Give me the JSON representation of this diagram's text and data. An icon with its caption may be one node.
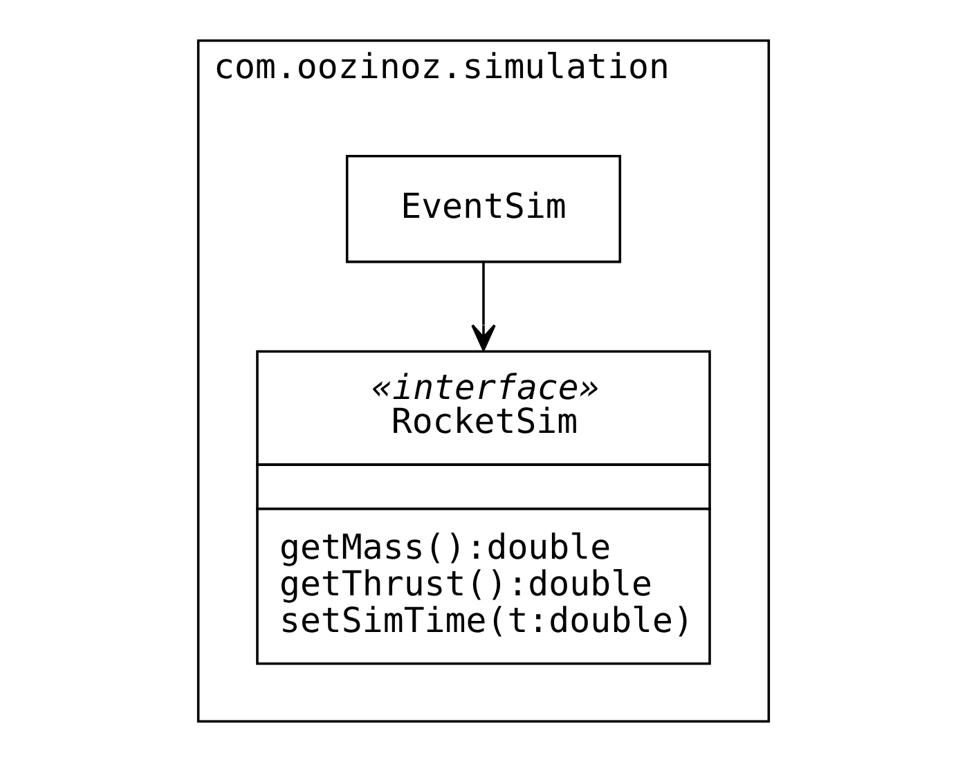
{
  "diagram": {
    "nodes": [
      {
        "text": [
          "com.oozinoz.simulation"
        ]
      },
      {
        "text": [
          "EventSim"
        ],
        "in": 0
      },
      {
        "text": [
          "«interface»",
          "RocketSim",
          "getMass():double",
          "getThrust():double",
          "setSimTime(t:double)"
        ],
        "in": 0
      }
    ],
    "edges": [
      {
        "from": 1,
        "to": 2,
        "arrow": "to"
      }
    ]
  }
}
